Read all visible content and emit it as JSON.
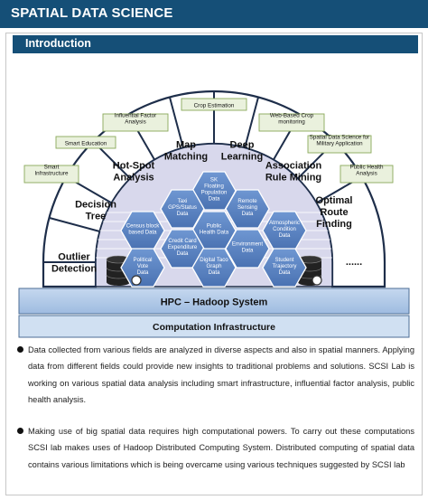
{
  "header": {
    "title": "SPATIAL DATA SCIENCE"
  },
  "section": {
    "title": "Introduction"
  },
  "diagram": {
    "callouts": {
      "crop_estimation": "Crop Estimation",
      "influential_factor": [
        "Influential Factor",
        "Analysis"
      ],
      "web_based_crop": [
        "Web-Based Crop",
        "monitoring"
      ],
      "smart_education": "Smart Education",
      "military": [
        "Spatial Data Science for",
        "Military Application"
      ],
      "smart_infrastructure": [
        "Smart",
        "Infrastructure"
      ],
      "public_health_analysis": [
        "Public Health",
        "Analysis"
      ]
    },
    "arcs": {
      "map_matching": [
        "Map",
        "Matching"
      ],
      "deep_learning": [
        "Deep",
        "Learning"
      ],
      "hot_spot": [
        "Hot-Spot",
        "Analysis"
      ],
      "association": [
        "Association",
        "Rule Mining"
      ],
      "decision_tree": [
        "Decision",
        "Tree"
      ],
      "optimal_route": [
        "Optimal",
        "Route",
        "Finding"
      ],
      "outlier": [
        "Outlier",
        "Detection"
      ],
      "ellipsis": "......"
    },
    "hexes": {
      "sk_floating": [
        "SK",
        "Floating",
        "Population",
        "Data"
      ],
      "taxi": [
        "Taxi",
        "GPS/Status",
        "Data"
      ],
      "remote": [
        "Remote",
        "Sensing",
        "Data"
      ],
      "census": [
        "Census block",
        "based Data"
      ],
      "public_health": [
        "Public",
        "Health Data"
      ],
      "atmospheric": [
        "Atmospheric",
        "Condition",
        "Data"
      ],
      "credit_card": [
        "Credit Card",
        "Expenditure",
        "Data"
      ],
      "environment": [
        "Environment",
        "Data"
      ],
      "political": [
        "Political",
        "Vote",
        "Data"
      ],
      "digital_taco": [
        "Digital Taco",
        "Graph",
        "Data"
      ],
      "student": [
        "Student",
        "Trajectory",
        "Data"
      ]
    },
    "hpc_label": "HPC – Hadoop System",
    "infra_label": "Computation Infrastructure"
  },
  "bullets": [
    "Data collected from various fields are analyzed in diverse aspects and also in spatial manners. Applying data from different fields could provide new insights to traditional problems and solutions. SCSI Lab is working on various spatial data analysis including smart infrastructure, influential factor analysis, public health analysis.",
    "Making use of big spatial data requires high computational powers. To carry out these computations SCSI lab makes uses of Hadoop Distributed Computing System. Distributed computing of spatial data contains various limitations which is being overcame using various techniques suggested by SCSI lab"
  ],
  "colors": {
    "header_band": "#154f77",
    "callout_fill": "#eaf1dd",
    "callout_border": "#8aa85a",
    "hex_fill": "#5a84c3",
    "inner_fill": "#dcdcee",
    "hpc_fill": "#aec6e6",
    "infra_fill": "#d3e1f2"
  }
}
